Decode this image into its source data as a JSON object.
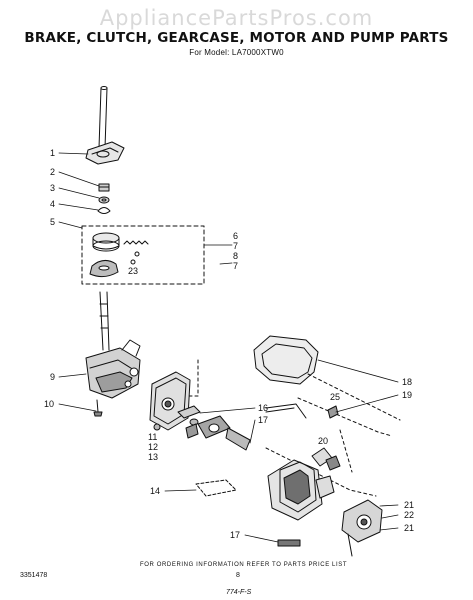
{
  "watermark": "AppliancePartsPros.com",
  "title": "BRAKE, CLUTCH, GEARCASE, MOTOR AND PUMP PARTS",
  "model": "For Model: LA7000XTW0",
  "footer": "FOR ORDERING INFORMATION REFER TO PARTS PRICE LIST",
  "catalog_number": "3351478",
  "page_number": "8",
  "stamp": "774-F-S",
  "callouts": [
    "1",
    "2",
    "3",
    "4",
    "5",
    "6",
    "7",
    "8",
    "7",
    "23",
    "9",
    "10",
    "11",
    "12",
    "13",
    "14",
    "16",
    "17",
    "18",
    "19",
    "25",
    "20",
    "21",
    "22",
    "21",
    "17"
  ]
}
